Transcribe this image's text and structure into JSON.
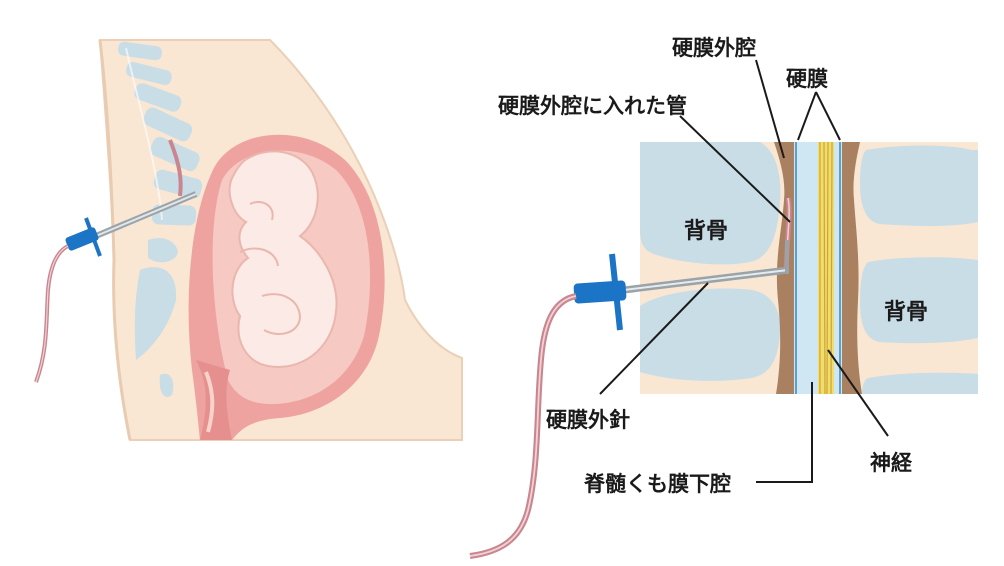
{
  "labels": {
    "epidural_space_top": "硬膜外腔",
    "dura": "硬膜",
    "catheter": "硬膜外腔に入れた管",
    "vertebra_left": "背骨",
    "vertebra_right": "背骨",
    "epidural_needle": "硬膜外針",
    "subarachnoid_space": "脊髄くも膜下腔",
    "nerve": "神経"
  },
  "colors": {
    "skin": "#f9e6d3",
    "skin_edge": "#e9c9ad",
    "bone": "#c9dde6",
    "uterus": "#eea3a0",
    "uterus_inner": "#f6c9c2",
    "fetus": "#fbeae6",
    "dura_brown": "#a98060",
    "csf_blue": "#cfe6f3",
    "nerve_yellow": "#f3dc6a",
    "needle_blue": "#1b74c6",
    "tube": "#c9868f"
  }
}
